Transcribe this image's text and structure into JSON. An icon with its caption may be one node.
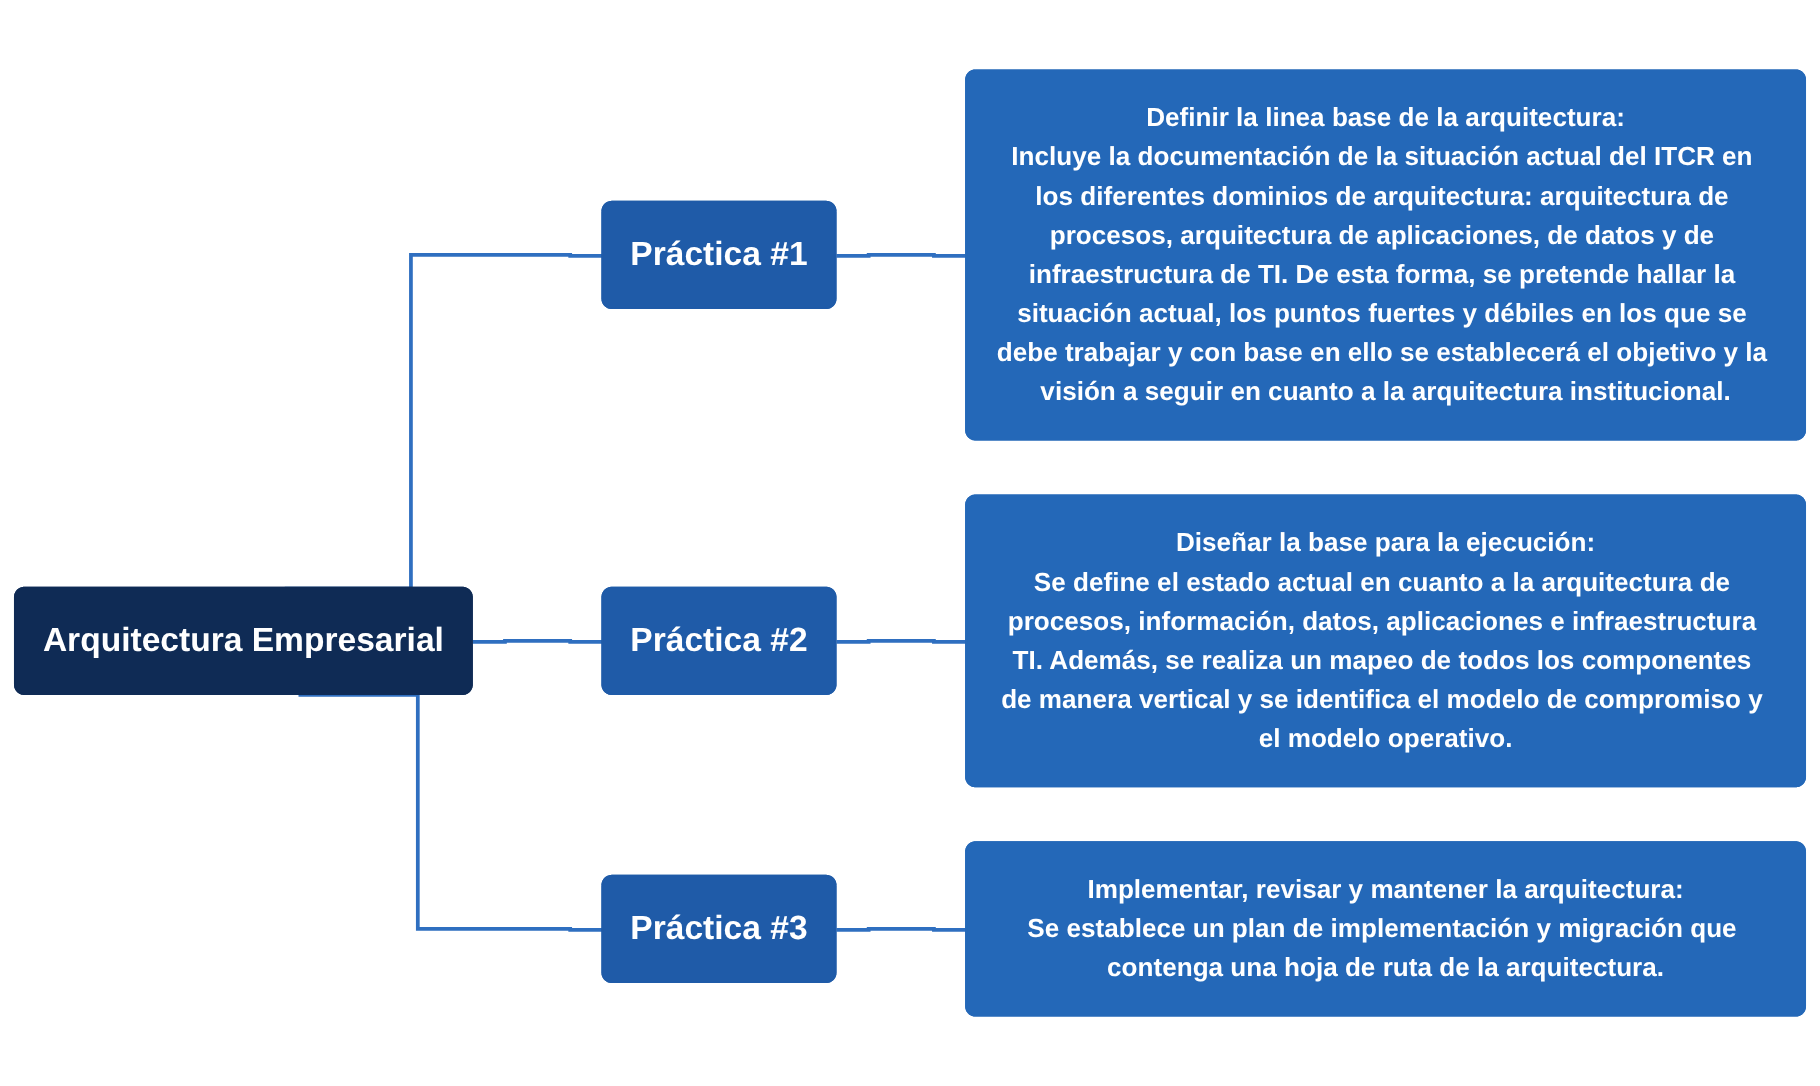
{
  "diagram": {
    "nodes": [
      {
        "text": [
          "Arquitectura Empresarial"
        ]
      },
      {
        "text": [
          "Práctica #1"
        ]
      },
      {
        "text": [
          "Práctica #2"
        ]
      },
      {
        "text": [
          "Práctica #3"
        ]
      },
      {
        "text": [
          "Definir la linea base de la arquitectura:",
          "Incluye la documentación de la situación actual del ITCR en los diferentes dominios de arquitectura: arquitectura de procesos, arquitectura de aplicaciones, de datos y de infraestructura de TI. De esta forma, se pretende hallar la situación actual, los puntos fuertes y débiles en los que se debe trabajar y con base en ello se establecerá el objetivo y la visión a seguir en cuanto a la arquitectura institucional."
        ]
      },
      {
        "text": [
          "Diseñar la base para la ejecución:",
          "Se define el estado actual en cuanto a la arquitectura de procesos, información, datos, aplicaciones e infraestructura TI. Además, se realiza un mapeo de todos los componentes de manera vertical y se identifica el modelo de compromiso y el modelo operativo."
        ]
      },
      {
        "text": [
          "Implementar, revisar y mantener la arquitectura:",
          "Se establece un plan de implementación y migración que contenga una hoja de ruta de la arquitectura."
        ]
      }
    ],
    "edges": [
      {
        "from": 0,
        "to": 1,
        "arrow": "none"
      },
      {
        "from": 0,
        "to": 2,
        "arrow": "none"
      },
      {
        "from": 0,
        "to": 3,
        "arrow": "none"
      },
      {
        "from": 1,
        "to": 4,
        "arrow": "none"
      },
      {
        "from": 2,
        "to": 5,
        "arrow": "none"
      },
      {
        "from": 3,
        "to": 6,
        "arrow": "none"
      }
    ]
  }
}
